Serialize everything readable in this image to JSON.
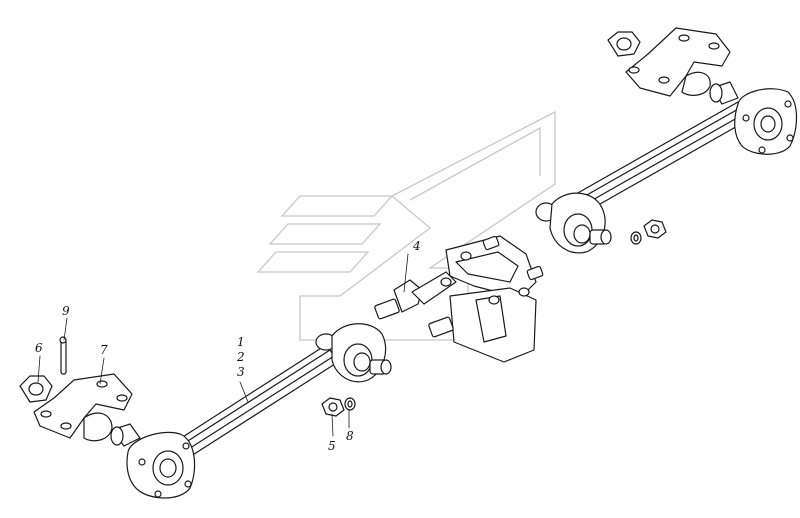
{
  "diagram": {
    "kind": "exploded-parts-drawing",
    "colors": {
      "line": "#1a1a1a",
      "fill": "#ffffff",
      "watermark": "#c8c8c8"
    },
    "callouts": {
      "p1": "1",
      "p2": "2",
      "p3": "3",
      "p4": "4",
      "p5": "5",
      "p6": "6",
      "p7": "7",
      "p8": "8",
      "p9": "9"
    },
    "watermark_icon": "chevron-stripes-logo-icon"
  }
}
